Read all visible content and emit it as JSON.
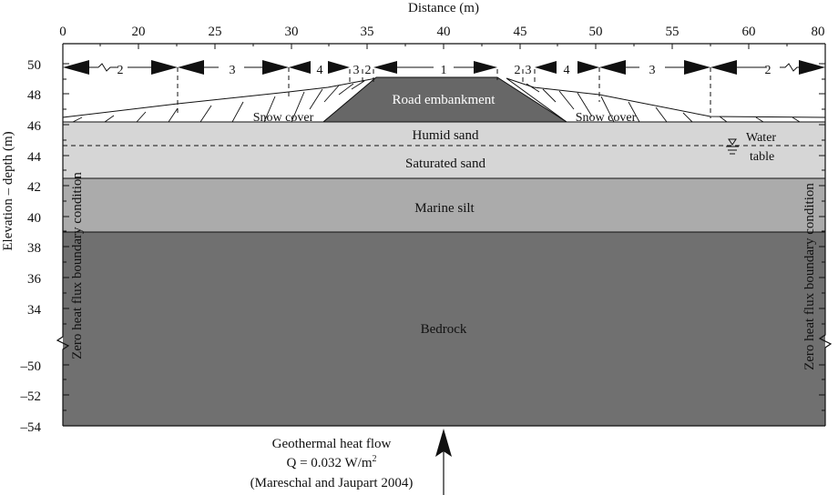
{
  "colors": {
    "road": "#676767",
    "humid_sand": "#d6d6d6",
    "saturated_sand": "#d6d6d6",
    "marine_silt": "#ababab",
    "bedrock": "#707070",
    "line": "#111111"
  },
  "x_axis": {
    "title": "Distance (m)",
    "ticks": [
      "0",
      "20",
      "25",
      "30",
      "35",
      "40",
      "45",
      "50",
      "55",
      "60",
      "80"
    ]
  },
  "y_axis": {
    "title": "Elevation – depth (m)",
    "ticks_upper": [
      "50",
      "48",
      "46",
      "44",
      "42",
      "40",
      "38",
      "36",
      "34"
    ],
    "ticks_lower": [
      "–50",
      "–52",
      "–54"
    ]
  },
  "zones": [
    "2",
    "3",
    "4",
    "3",
    "2",
    "1",
    "2",
    "3",
    "4",
    "3",
    "2"
  ],
  "layers": {
    "road": "Road embankment",
    "snow_left": "Snow cover",
    "snow_right": "Snow cover",
    "humid_sand": "Humid sand",
    "saturated_sand": "Saturated sand",
    "marine_silt": "Marine silt",
    "bedrock": "Bedrock"
  },
  "water_table": {
    "line1": "Water",
    "line2": "table"
  },
  "boundaries": {
    "left": "Zero heat flux boundary condition",
    "right": "Zero heat flux boundary condition"
  },
  "heat_flow": {
    "line1": "Geothermal heat flow",
    "line2_prefix": "Q = 0.032 W/m",
    "line2_sup": "2",
    "line3": "(Mareschal and Jaupart 2004)"
  }
}
